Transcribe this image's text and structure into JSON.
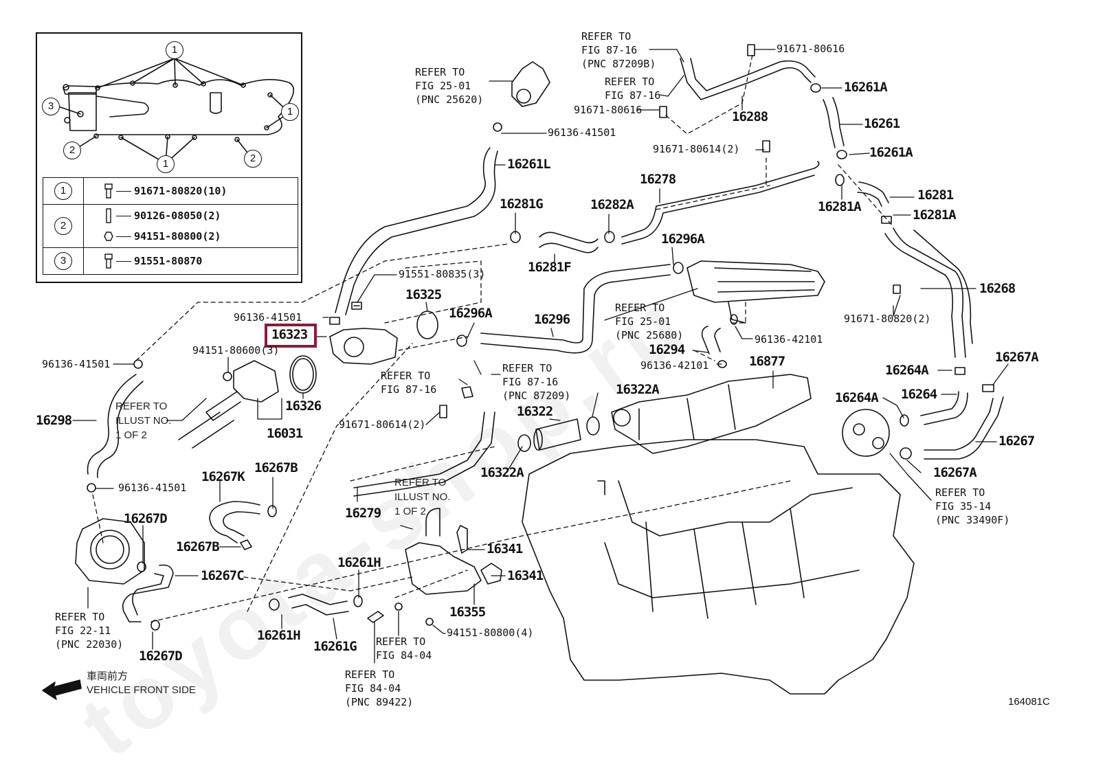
{
  "diagram": {
    "title": "Engine water hose & pipe parts diagram",
    "illustration_code": "164081C",
    "highlighted_part": "16323",
    "highlight_color": "#8b1a3a",
    "watermark": "toyota-shop.ru",
    "front_indicator": {
      "jp": "車両前方",
      "en": "VEHICLE FRONT SIDE"
    }
  },
  "legend": {
    "callouts": [
      "1",
      "1",
      "1",
      "2",
      "2",
      "3"
    ],
    "rows": [
      {
        "key": "1",
        "parts": [
          "91671-80820(10)"
        ]
      },
      {
        "key": "2",
        "parts": [
          "90126-08050(2)",
          "94151-80800(2)"
        ]
      },
      {
        "key": "3",
        "parts": [
          "91551-80870"
        ]
      }
    ]
  },
  "labels": {
    "p16261L": "16261L",
    "p96136_41501_a": "96136-41501",
    "p96136_41501_b": "96136-41501",
    "p96136_41501_c": "96136-41501",
    "p96136_41501_d": "96136-41501",
    "p16323": "16323",
    "p94151_80600": "94151-80600(3)",
    "p91551_80835": "91551-80835(3)",
    "p16325": "16325",
    "p16326": "16326",
    "p16031": "16031",
    "p16296A_a": "16296A",
    "p16296A_b": "16296A",
    "p16296": "16296",
    "p16281G": "16281G",
    "p16281F": "16281F",
    "p16282A": "16282A",
    "p16278": "16278",
    "p91671_80616_a": "91671-80616",
    "p91671_80616_b": "91671-80616",
    "p16288": "16288",
    "p16261A_a": "16261A",
    "p16261A_b": "16261A",
    "p16261": "16261",
    "p91671_80614_a": "91671-80614(2)",
    "p91671_80614_b": "91671-80614(2)",
    "p16281": "16281",
    "p16281A_a": "16281A",
    "p16281A_b": "16281A",
    "p16268": "16268",
    "p91671_80820": "91671-80820(2)",
    "p96136_42101_a": "96136-42101",
    "p96136_42101_b": "96136-42101",
    "p16294": "16294",
    "p16877": "16877",
    "p16322A_a": "16322A",
    "p16322A_b": "16322A",
    "p16322": "16322",
    "p16264A_a": "16264A",
    "p16264A_b": "16264A",
    "p16264": "16264",
    "p16267A_a": "16267A",
    "p16267A_b": "16267A",
    "p16267": "16267",
    "p16298": "16298",
    "p16267K": "16267K",
    "p16267B_a": "16267B",
    "p16267B_b": "16267B",
    "p16279": "16279",
    "p16267D_a": "16267D",
    "p16267D_b": "16267D",
    "p16267C": "16267C",
    "p16261H_a": "16261H",
    "p16261H_b": "16261H",
    "p16261G": "16261G",
    "p16341_a": "16341",
    "p16341_b": "16341",
    "p16355": "16355",
    "p94151_80800": "94151-80800(4)"
  },
  "references": {
    "r_fig25_01_a": "REFER TO\nFIG 25-01\n(PNC 25620)",
    "r_fig87_16_a": "REFER TO\nFIG 87-16\n(PNC 87209B)",
    "r_fig87_16_b": "REFER TO\nFIG 87-16",
    "r_fig25_01_b": "REFER TO\nFIG 25-01\n(PNC 25680)",
    "r_fig87_16_c": "REFER TO\nFIG 87-16",
    "r_fig87_16_d": "REFER TO\nFIG 87-16\n(PNC 87209)",
    "r_illust_a": "REFER TO\nILLUST NO.\n1 OF 2",
    "r_illust_b": "REFER TO\nILLUST NO.\n1 OF 2",
    "r_fig35_14": "REFER TO\nFIG 35-14\n(PNC 33490F)",
    "r_fig22_11": "REFER TO\nFIG 22-11\n(PNC 22030)",
    "r_fig84_04_a": "REFER TO\nFIG 84-04",
    "r_fig84_04_b": "REFER TO\nFIG 84-04\n(PNC 89422)"
  }
}
